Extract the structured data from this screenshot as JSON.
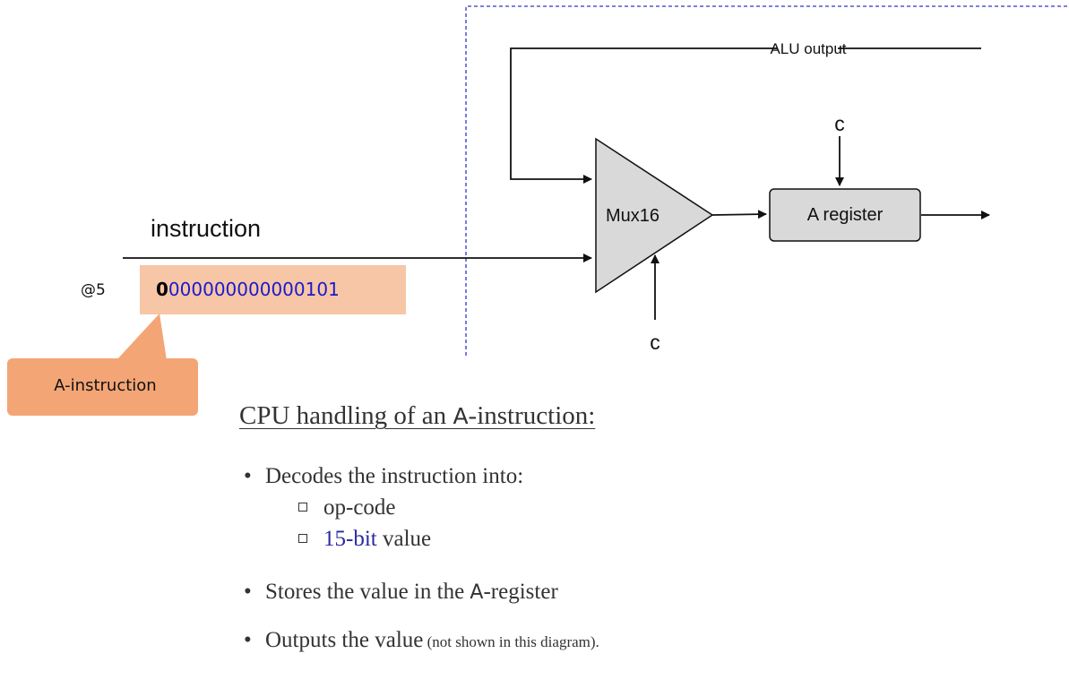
{
  "diagram": {
    "alu_output_label": "ALU output",
    "instruction_label": "instruction",
    "mux_label": "Mux16",
    "register_label": "A register",
    "control_top_label": "c",
    "control_bottom_label": "c"
  },
  "instruction": {
    "assembly": "@5",
    "opcode_bit": "0",
    "value_bits": "000000000000101"
  },
  "callout": {
    "label": "A-instruction"
  },
  "text": {
    "heading_pre": "CPU handling of an ",
    "heading_term": "A",
    "heading_post": "-instruction:",
    "bullet1": "Decodes the instruction into:",
    "sub1": "op-code",
    "sub2_blue": "15-bit",
    "sub2_rest": " value",
    "bullet2_pre": "Stores the value in the ",
    "bullet2_term": "A",
    "bullet2_post": "-register",
    "bullet3_main": "Outputs the value",
    "bullet3_note": " (not shown in this diagram)."
  },
  "colors": {
    "instruction_box": "#f7c6a6",
    "callout_box": "#f3a576",
    "value_bits": "#1a1acc",
    "component_fill": "#d9d9d9",
    "dashed_border": "#3333cc"
  }
}
